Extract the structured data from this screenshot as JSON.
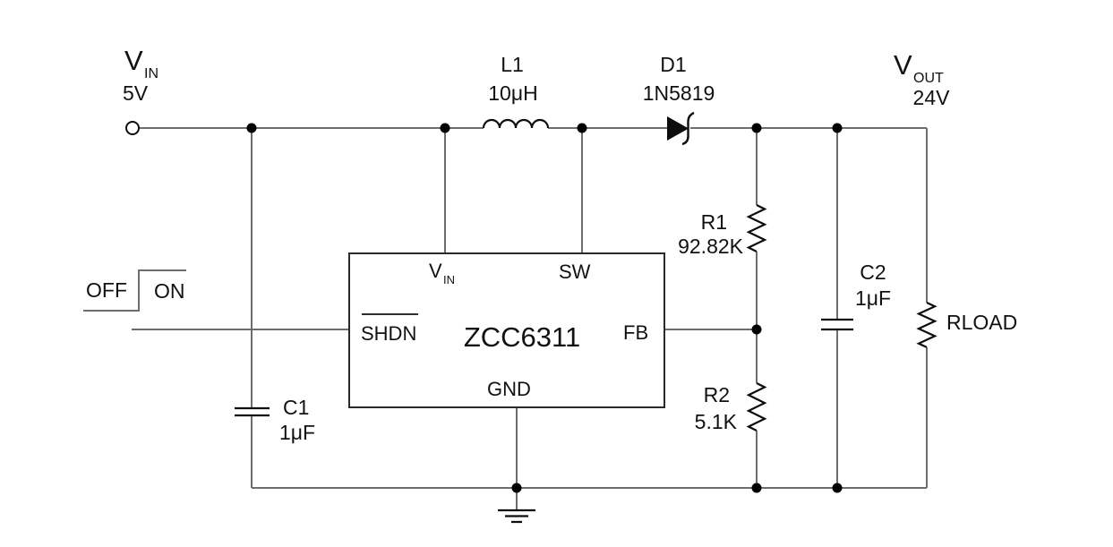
{
  "colors": {
    "wire": "#6d6d6d",
    "ink": "#0d0d0d"
  },
  "input": {
    "name": "V",
    "subscript": "IN",
    "voltage": "5V"
  },
  "output": {
    "name": "V",
    "subscript": "OUT",
    "voltage": "24V"
  },
  "components": {
    "l1": {
      "ref": "L1",
      "value": "10μH"
    },
    "d1": {
      "ref": "D1",
      "value": "1N5819"
    },
    "r1": {
      "ref": "R1",
      "value": "92.82K"
    },
    "r2": {
      "ref": "R2",
      "value": "5.1K"
    },
    "c1": {
      "ref": "C1",
      "value": "1μF"
    },
    "c2": {
      "ref": "C2",
      "value": "1μF"
    },
    "rload": {
      "ref": "RLOAD"
    }
  },
  "ic": {
    "part": "ZCC6311",
    "pins": {
      "vin": "V",
      "vin_sub": "IN",
      "sw": "SW",
      "shdn": "SHDN",
      "fb": "FB",
      "gnd": "GND"
    }
  },
  "shutdown": {
    "off": "OFF",
    "on": "ON"
  }
}
